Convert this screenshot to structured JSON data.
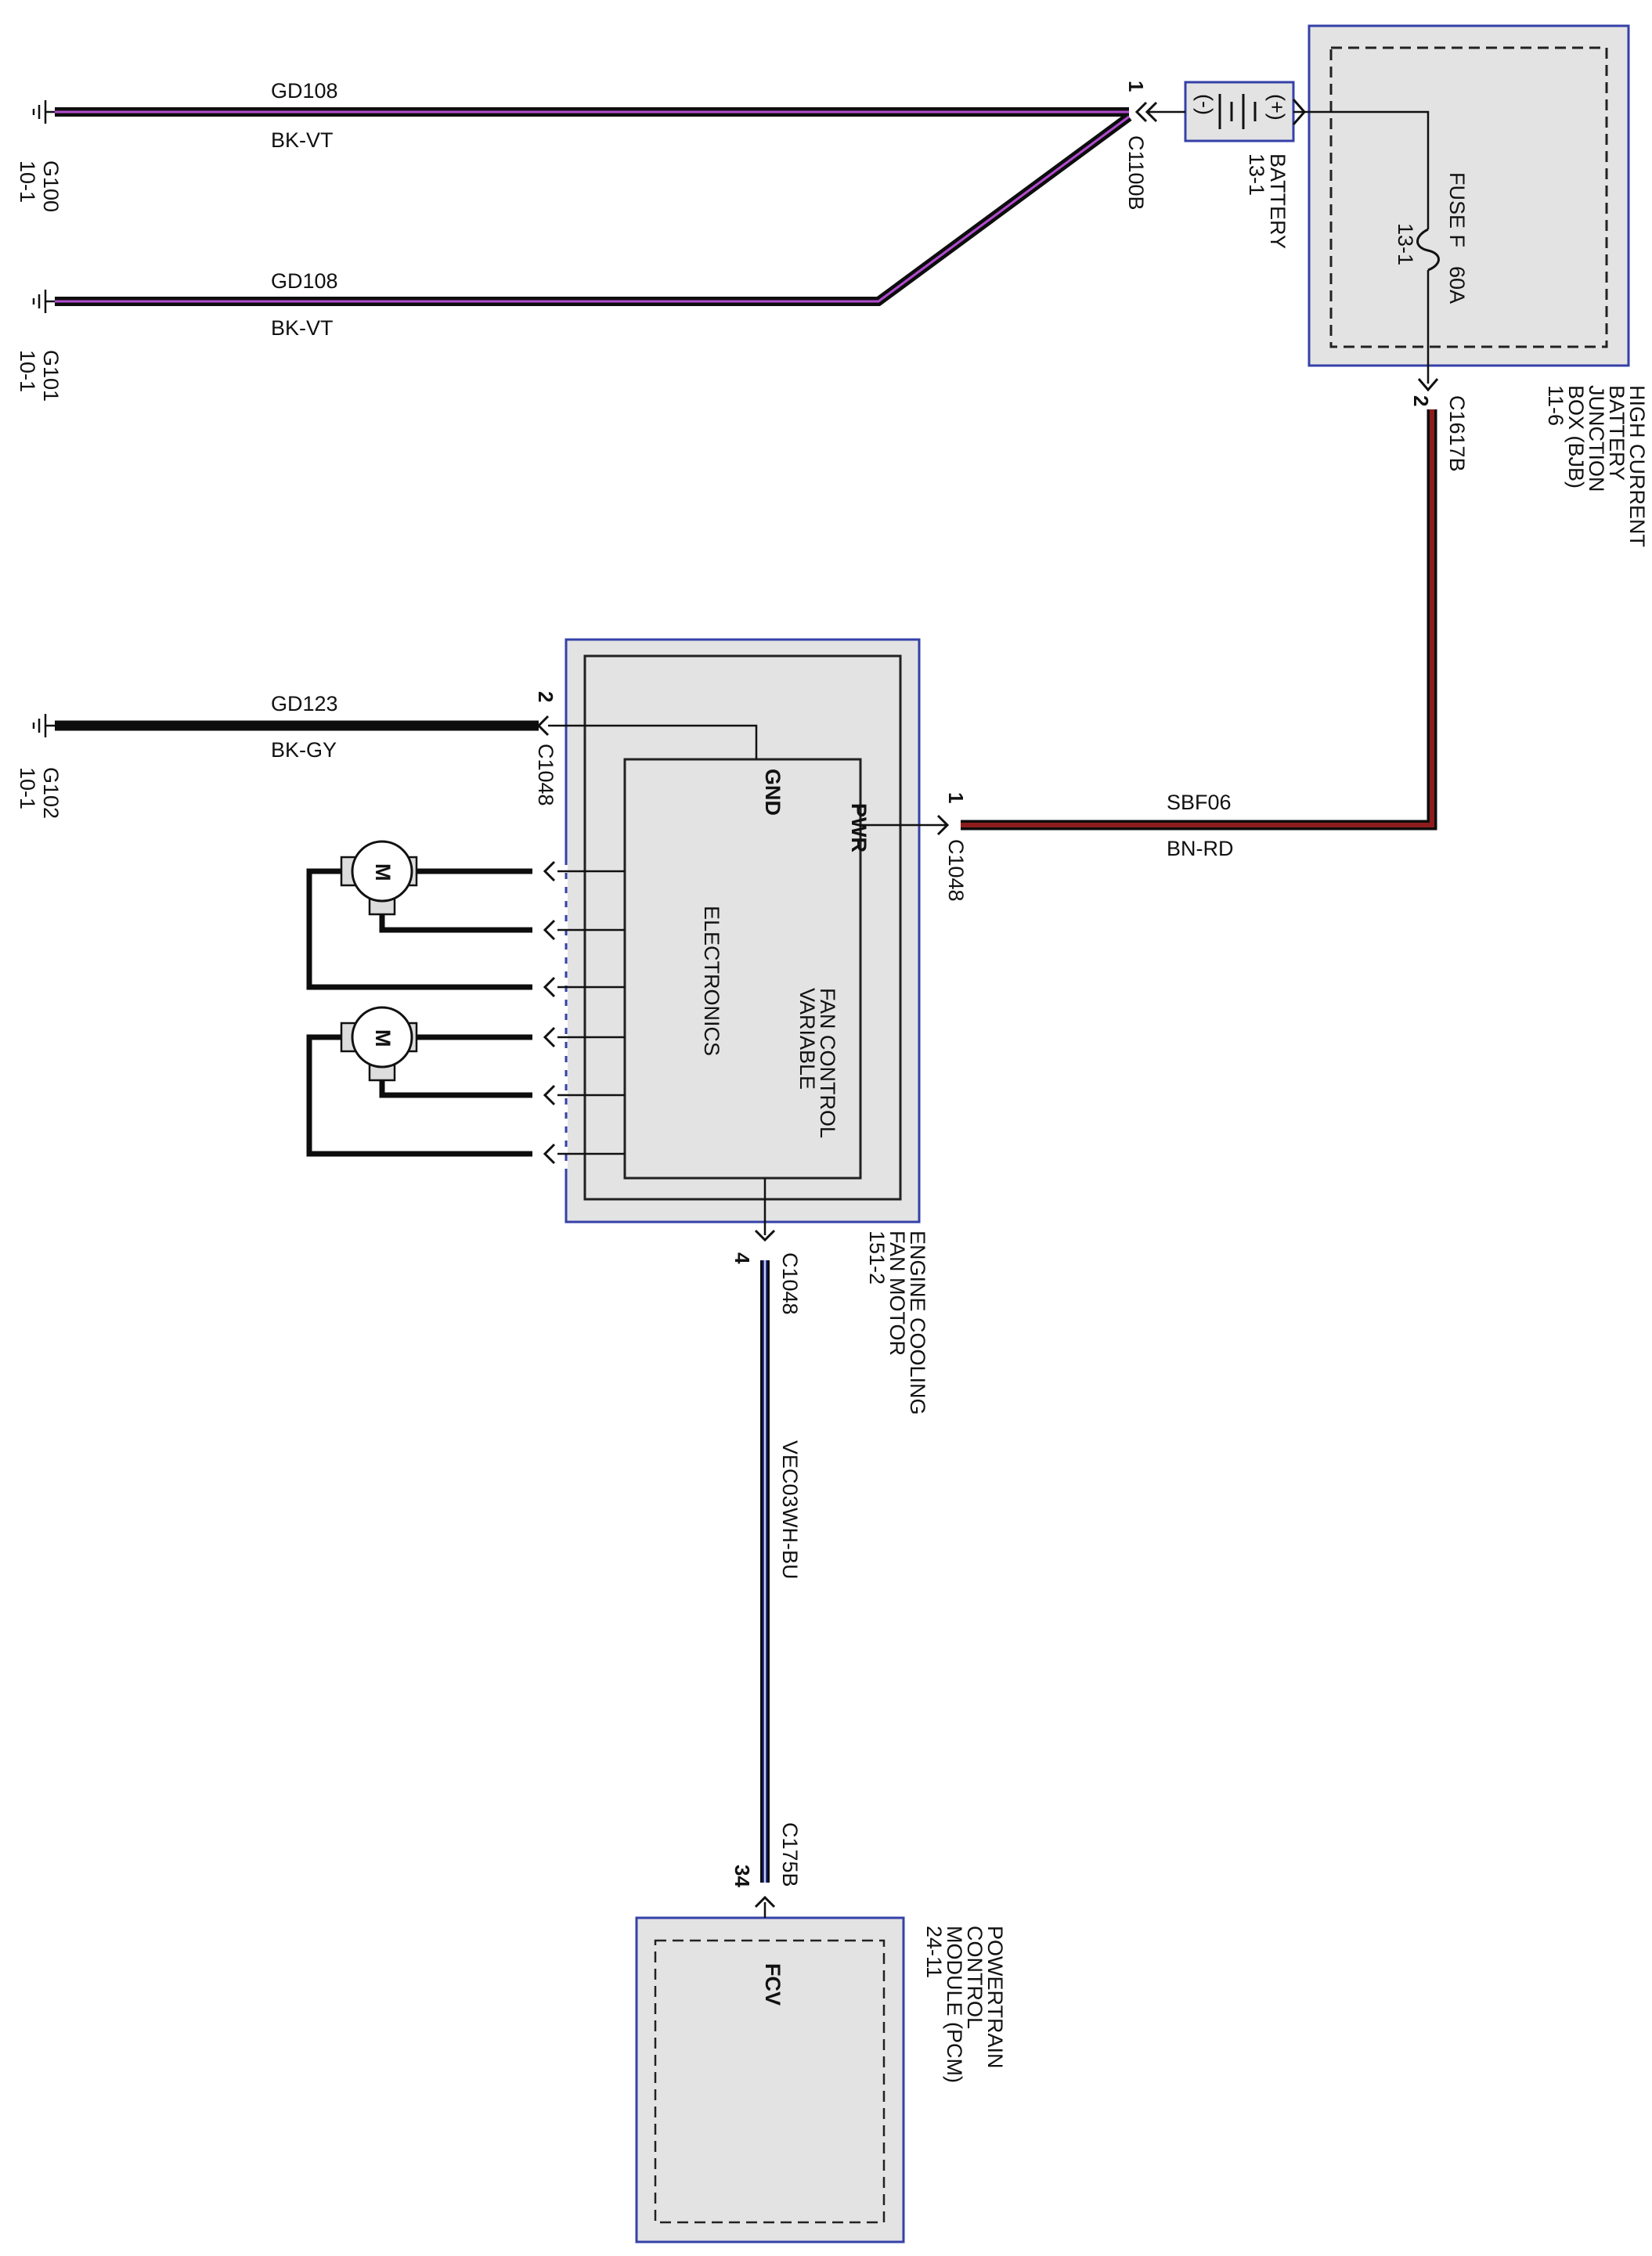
{
  "grounds": {
    "g100": {
      "name": "G100",
      "ref": "10-1"
    },
    "g101": {
      "name": "G101",
      "ref": "10-1"
    },
    "g102": {
      "name": "G102",
      "ref": "10-1"
    }
  },
  "wires": {
    "w1": {
      "circuit": "GD108",
      "color_code": "BK-VT"
    },
    "w2": {
      "circuit": "GD108",
      "color_code": "BK-VT"
    },
    "w3": {
      "circuit": "GD123",
      "color_code": "BK-GY"
    },
    "w4": {
      "circuit": "SBF06",
      "color_code": "BN-RD"
    },
    "w5": {
      "circuit": "VEC03",
      "color_code": "WH-BU"
    }
  },
  "connectors": {
    "c1100b": {
      "name": "C1100B",
      "pin": "1"
    },
    "c1617b": {
      "name": "C1617B",
      "pin": "2"
    },
    "c1048_gnd": {
      "name": "C1048",
      "pin": "2"
    },
    "c1048_pwr": {
      "name": "C1048",
      "pin": "1"
    },
    "c1048_sig": {
      "name": "C1048",
      "pin": "4"
    },
    "c175b": {
      "name": "C175B",
      "pin": "34"
    }
  },
  "battery": {
    "name": "BATTERY",
    "ref": "13-1",
    "neg": "(-)",
    "pos": "(+)"
  },
  "bjb": {
    "line1": "HIGH CURRENT",
    "line2": "BATTERY",
    "line3": "JUNCTION",
    "line4": "BOX (BJB)",
    "ref": "11-6",
    "fuse_label": "FUSE F",
    "fuse_rating": "60A",
    "fuse_ref": "13-1"
  },
  "fan": {
    "line1": "ENGINE COOLING",
    "line2": "FAN MOTOR",
    "ref": "151-2",
    "gnd": "GND",
    "pwr": "PWR",
    "electronics": "ELECTRONICS",
    "vfc_line1": "VARIABLE",
    "vfc_line2": "FAN CONTROL",
    "motor_symbol": "M"
  },
  "pcm": {
    "line1": "POWERTRAIN",
    "line2": "CONTROL",
    "line3": "MODULE (PCM)",
    "ref": "24-11",
    "fcv": "FCV"
  },
  "colors": {
    "black": "#0d0d0d",
    "violet": "#b24bd0",
    "brown_red": "#8e1c1c",
    "blue": "#2e3fb8",
    "box_border": "#3540a8",
    "box_fill": "#e3e3e3"
  }
}
